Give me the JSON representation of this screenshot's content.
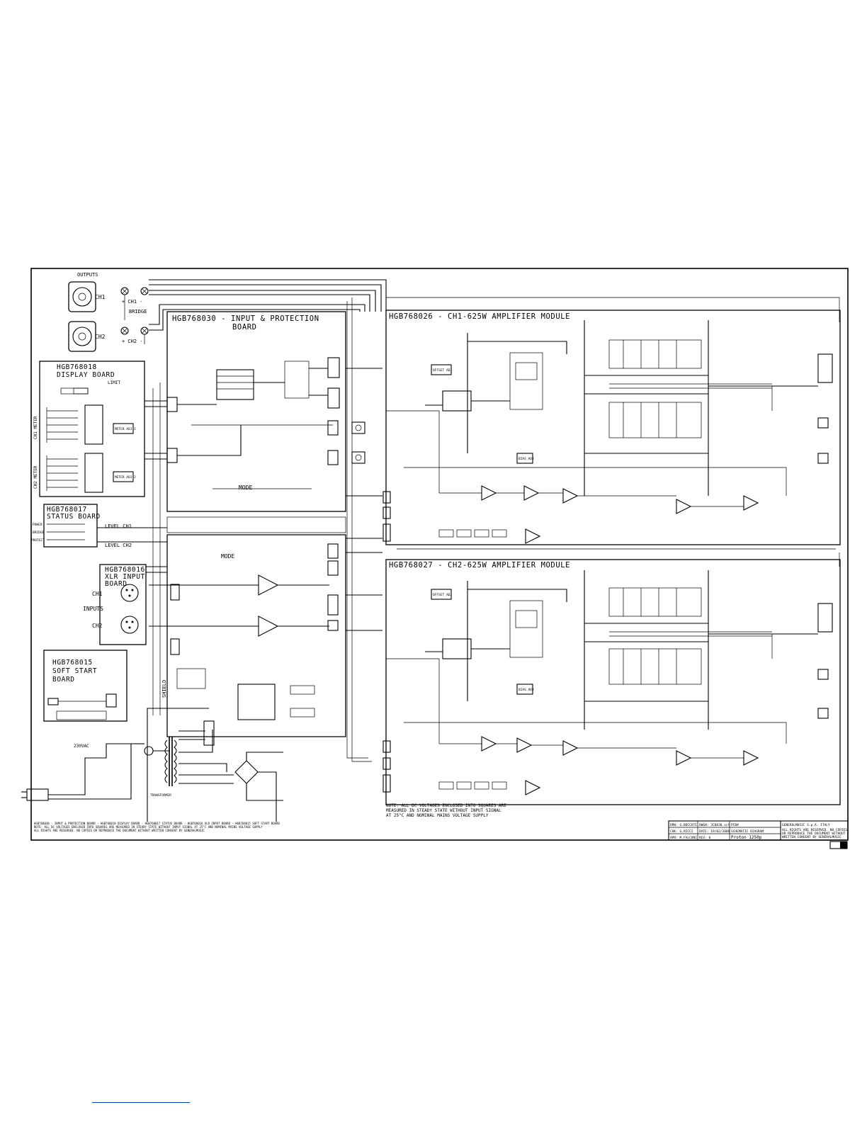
{
  "sheet": {
    "outputs_label": "OUTPUTS",
    "ch1": "CH1",
    "ch2": "CH2",
    "bridge": "BRIDGE",
    "out_ch1": "+ CH1 -",
    "out_ch2": "+ CH2 -",
    "inputs_label": "INPUTS",
    "mode": "MODE",
    "shield": "SHIELD",
    "level_ch1": "LEVEL CH1",
    "level_ch2": "LEVEL CH2",
    "ch1_meter": "CH1 METER",
    "ch2_meter": "CH2 METER",
    "power": "POWER",
    "bridge_led": "BRIDGE",
    "protect": "PROTECT",
    "transformer": "TRANSFORMER",
    "mains_plug": "230VAC",
    "limit": "LIMIT"
  },
  "boards": {
    "input_protection": "HGB768030 - INPUT & PROTECTION BOARD",
    "display": "HGB768018 DISPLAY BOARD",
    "status": "HGB768017 STATUS BOARD",
    "xlr_input": "HGB768016 XLR INPUT BOARD",
    "soft_start": "HGB768015 SOFT START BOARD",
    "amp_ch1": "HGB768026 - CH1-625W AMPLIFIER MODULE",
    "amp_ch2": "HGB768027 - CH2-625W AMPLIFIER MODULE"
  },
  "adjust_labels": {
    "offset_adj": "OFFSET ADJ",
    "bias_adj": "BIAS ADJ",
    "meter_adj1": "METER ADJ 1",
    "meter_adj2": "METER ADJ 2"
  },
  "note": "NOTE: ALL DC VOLTAGES ENCLOSED INTO SQUARES ARE MEASURED IN STEADY STATE WITHOUT INPUT SIGNAL AT 25°C AND NOMINAL MAINS VOLTAGE SUPPLY",
  "title_block": {
    "company": "GENERALMUSIC S.p.A. ITALY",
    "rights": "ALL RIGHTS ARE RESERVED. NO COPIES OR REPRODUCE THE DOCUMENT WITHOUT WRITTEN CONSENT BY GENERALMUSIC",
    "drw": "DRW: G.BOCCATE",
    "chk": "CHK: G.RICCI",
    "apr": "APR: M.FALCONI",
    "file": "DWGN: 3C0030.sch",
    "date": "DATE: 19/02/2008",
    "rev": "REV: 0",
    "pcb": "PCB#",
    "doc_type": "SCHEMATIC DIAGRAM",
    "model": "Proton 1250p"
  }
}
